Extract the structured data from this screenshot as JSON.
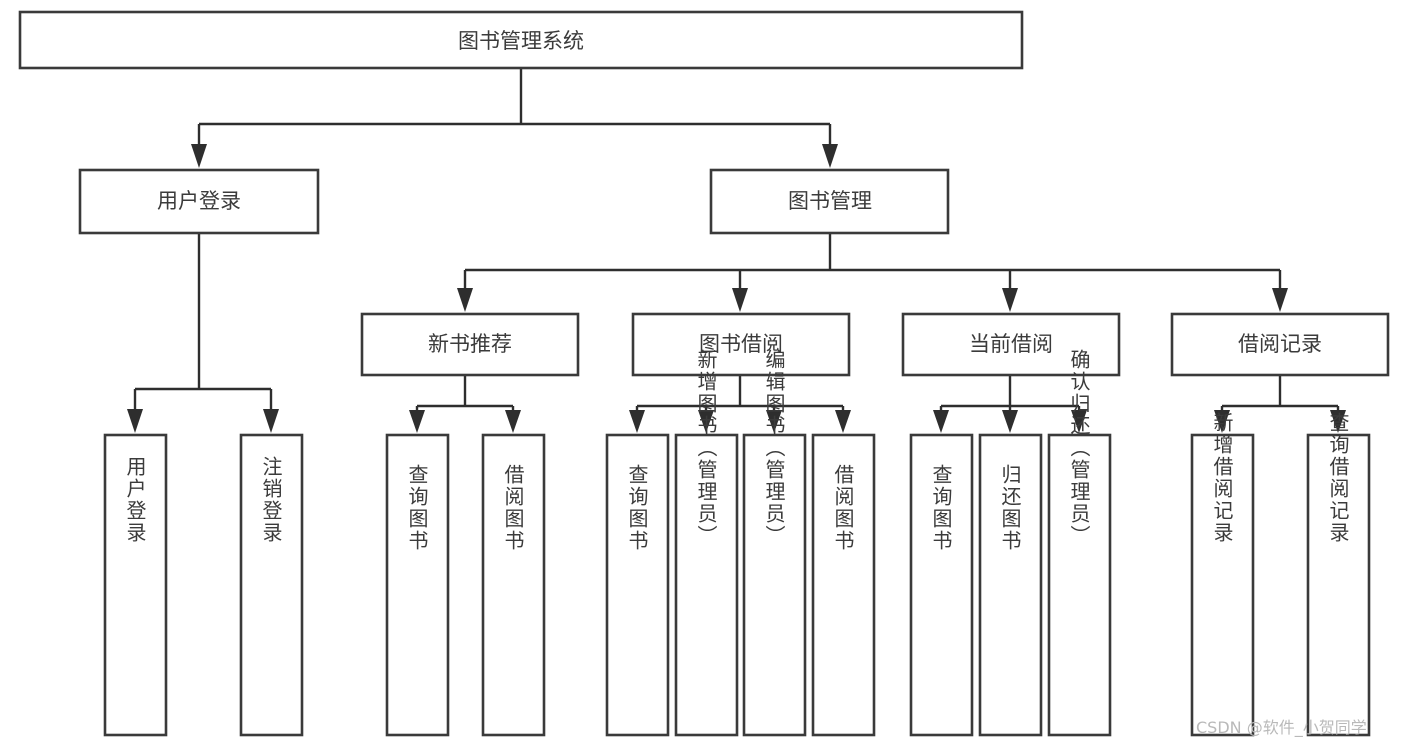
{
  "diagram": {
    "title": "图书管理系统",
    "root": {
      "label": "图书管理系统",
      "id": "root"
    },
    "level2": [
      {
        "id": "user-login",
        "label": "用户登录"
      },
      {
        "id": "book-manage",
        "label": "图书管理"
      }
    ],
    "level3": [
      {
        "id": "new-book-recommend",
        "label": "新书推荐"
      },
      {
        "id": "book-borrow",
        "label": "图书借阅"
      },
      {
        "id": "current-borrow",
        "label": "当前借阅"
      },
      {
        "id": "borrow-record",
        "label": "借阅记录"
      }
    ],
    "leaves": {
      "user_login": [
        {
          "id": "leaf-user-login",
          "label": "用户登录"
        },
        {
          "id": "leaf-user-logout",
          "label": "注销登录"
        }
      ],
      "new_book_recommend": [
        {
          "id": "leaf-query-book-1",
          "label": "查询图书"
        },
        {
          "id": "leaf-borrow-book-1",
          "label": "借阅图书"
        }
      ],
      "book_borrow": [
        {
          "id": "leaf-query-book-2",
          "label": "查询图书"
        },
        {
          "id": "leaf-add-book",
          "label": "新增图书（管理员）"
        },
        {
          "id": "leaf-edit-book",
          "label": "编辑图书（管理员）"
        },
        {
          "id": "leaf-borrow-book-2",
          "label": "借阅图书"
        }
      ],
      "current_borrow": [
        {
          "id": "leaf-query-book-3",
          "label": "查询图书"
        },
        {
          "id": "leaf-return-book",
          "label": "归还图书"
        },
        {
          "id": "leaf-confirm-return",
          "label": "确认归还（管理员）"
        }
      ],
      "borrow_record": [
        {
          "id": "leaf-add-record",
          "label": "新增借阅记录"
        },
        {
          "id": "leaf-query-record",
          "label": "查询借阅记录"
        }
      ]
    },
    "watermark": "CSDN @软件_小贺同学",
    "colors": {
      "box_stroke": "#3a3a3a",
      "box_fill": "#ffffff",
      "connector": "#2e2e2e",
      "text": "#3b3b3b",
      "watermark": "#b9b9b9",
      "background": "#ffffff"
    }
  }
}
